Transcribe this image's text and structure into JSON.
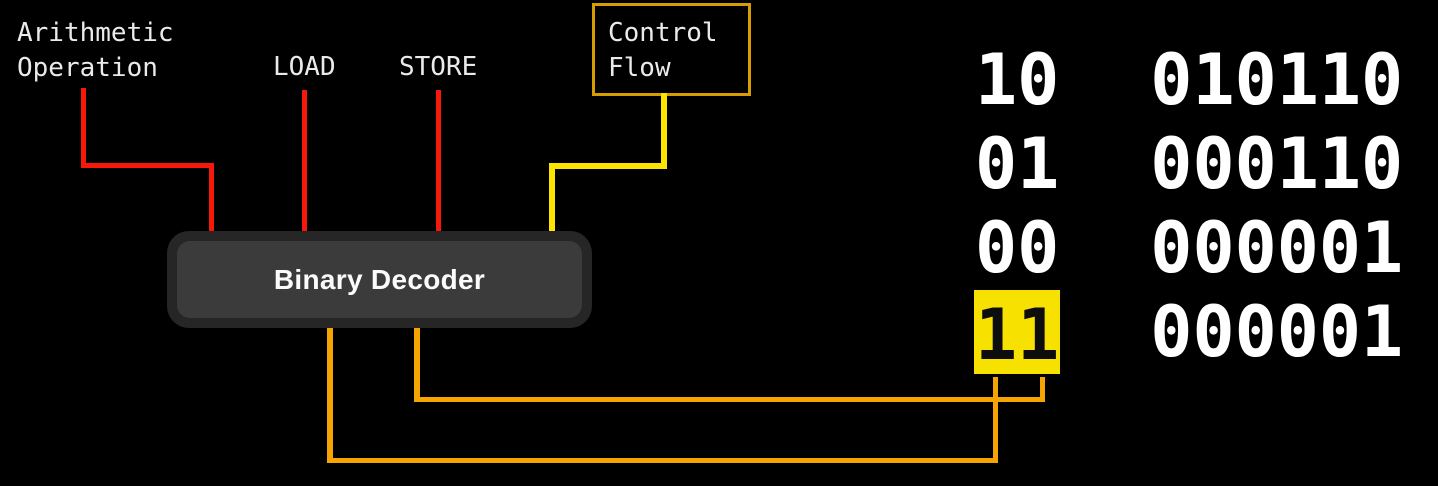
{
  "colors": {
    "background": "#000000",
    "wire_red": "#f6190a",
    "wire_yellow": "#fbe400",
    "wire_orange": "#f5a400",
    "control_box_border": "#d79c00",
    "decoder_outer": "#262626",
    "decoder_inner": "#3b3b3b",
    "highlight_yellow": "#f6e100",
    "label_text": "#eaeaea",
    "code_text": "#ffffff"
  },
  "inputs": {
    "arithmetic": {
      "line1": "Arithmetic",
      "line2": "Operation"
    },
    "load": "LOAD",
    "store": "STORE",
    "control_flow": {
      "line1": "Control",
      "line2": "Flow"
    }
  },
  "decoder": {
    "label": "Binary Decoder"
  },
  "opcode_table": {
    "rows": [
      {
        "opcode": "10",
        "operand": "010110",
        "highlighted": false
      },
      {
        "opcode": "01",
        "operand": "000110",
        "highlighted": false
      },
      {
        "opcode": "00",
        "operand": "000001",
        "highlighted": false
      },
      {
        "opcode": "11",
        "operand": "000001",
        "highlighted": true
      }
    ]
  }
}
